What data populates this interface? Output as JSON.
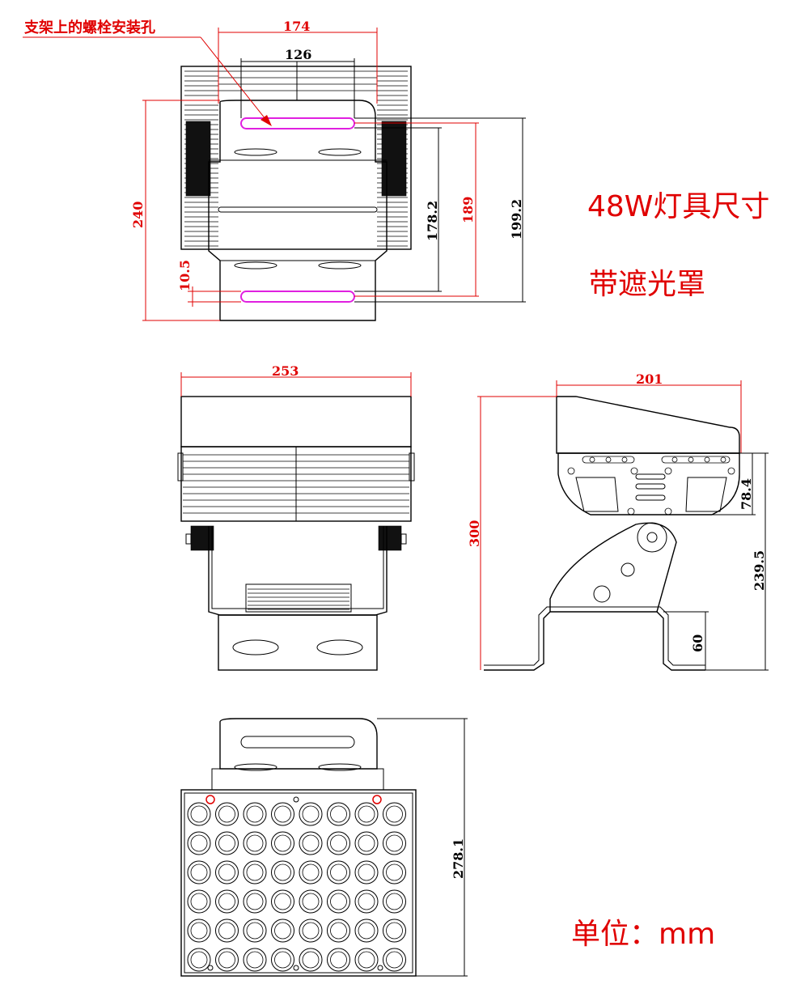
{
  "labels": {
    "callout": "支架上的螺栓安装孔",
    "title": "48W灯具尺寸",
    "subtitle": "带遮光罩",
    "unit": "单位：mm"
  },
  "top_view": {
    "dim_width": "174",
    "dim_inner": "126",
    "dim_height_left": "240",
    "dim_slot_offset": "10.5",
    "dim_178": "178.2",
    "dim_189": "189",
    "dim_199": "199.2"
  },
  "front_view": {
    "dim_width": "253"
  },
  "side_view": {
    "dim_depth": "201",
    "dim_height_total": "300",
    "dim_78": "78.4",
    "dim_239": "239.5",
    "dim_60": "60"
  },
  "bottom_view": {
    "dim_height": "278.1",
    "led_rows": 6,
    "led_cols": 8
  },
  "colors": {
    "red": "#e00000",
    "magenta": "#e020e0",
    "line": "#000000"
  }
}
